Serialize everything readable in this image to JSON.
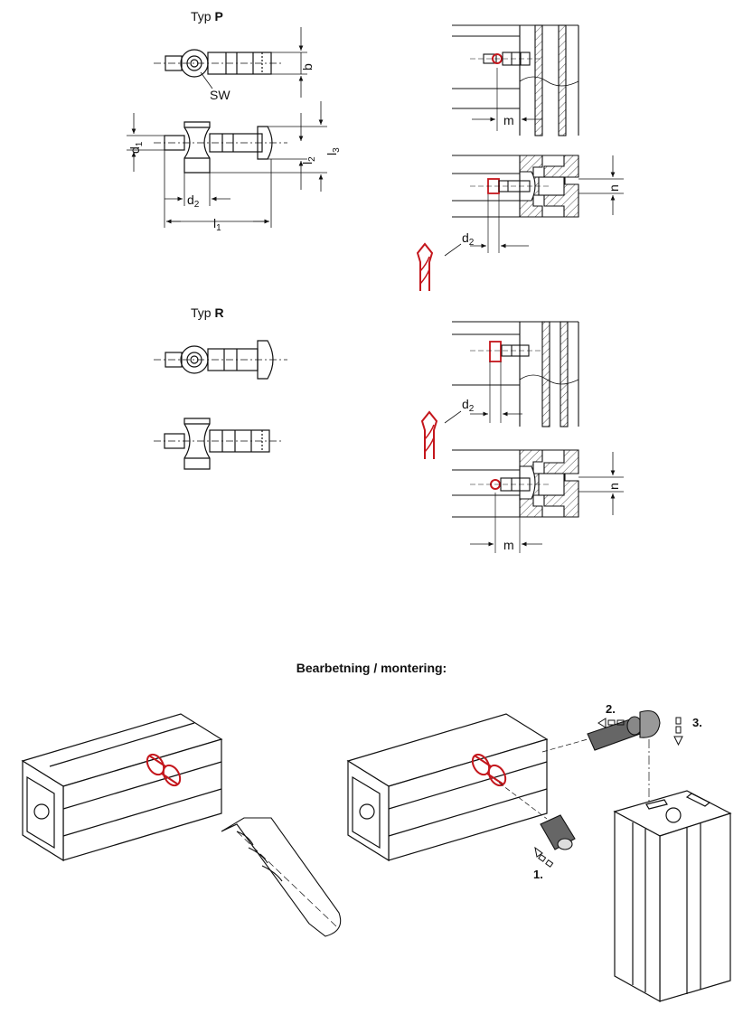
{
  "type_p": {
    "prefix": "Typ",
    "letter": "P"
  },
  "type_r": {
    "prefix": "Typ",
    "letter": "R"
  },
  "dims": {
    "b": "b",
    "sw": "SW",
    "d": "d",
    "d1_sub": "1",
    "d2_sub": "2",
    "l": "l",
    "l1_sub": "1",
    "l2_sub": "2",
    "l3_sub": "3",
    "m": "m",
    "n": "n"
  },
  "section_title": "Bearbetning / montering:",
  "steps": {
    "s1": "1.",
    "s2": "2.",
    "s3": "3."
  },
  "colors": {
    "line": "#1a1a1a",
    "accent_red": "#c4161c",
    "hatch": "#555555"
  }
}
